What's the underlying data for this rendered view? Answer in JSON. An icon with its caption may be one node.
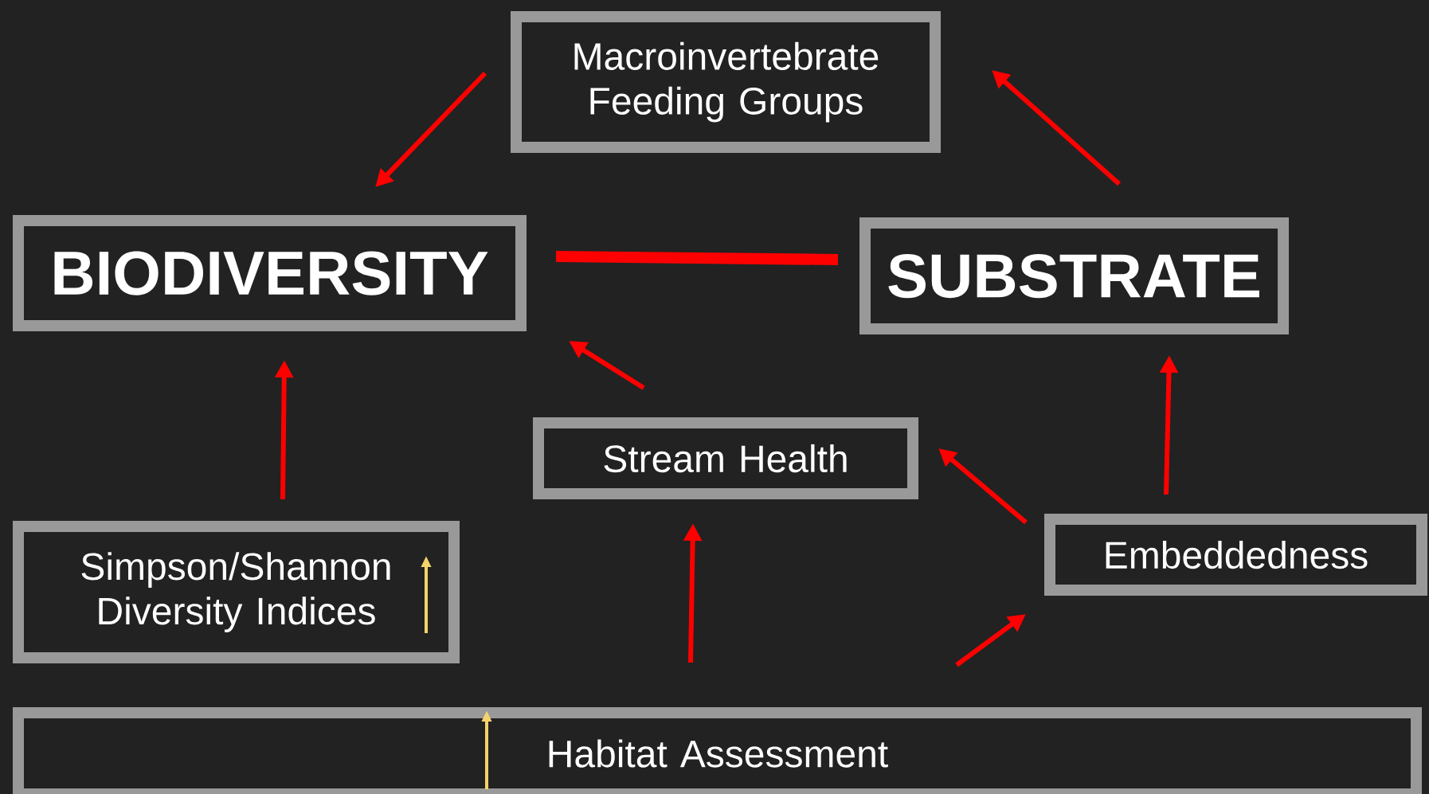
{
  "diagram": {
    "nodes": [
      {
        "text": [
          "Macroinvertebrate Feeding Groups"
        ]
      },
      {
        "text": [
          "BIODIVERSITY"
        ]
      },
      {
        "text": [
          "SUBSTRATE"
        ]
      },
      {
        "text": [
          "Stream Health"
        ]
      },
      {
        "text": [
          "Simpson/Shannon Diversity Indices"
        ]
      },
      {
        "text": [
          "Embeddedness"
        ]
      },
      {
        "text": [
          "Habitat Assessment"
        ]
      }
    ],
    "edges": [
      {
        "from": 0,
        "to": 1,
        "arrow": "to"
      },
      {
        "from": 2,
        "to": 0,
        "arrow": "to"
      },
      {
        "from": 1,
        "to": 2,
        "arrow": "none",
        "style": "thick"
      },
      {
        "from": 3,
        "to": 1,
        "arrow": "to"
      },
      {
        "from": 4,
        "to": 1,
        "arrow": "to"
      },
      {
        "from": 5,
        "to": 3,
        "arrow": "to"
      },
      {
        "from": 5,
        "to": 2,
        "arrow": "to"
      },
      {
        "from": 6,
        "to": 3,
        "arrow": "to"
      },
      {
        "from": 6,
        "to": 5,
        "arrow": "to"
      }
    ]
  }
}
